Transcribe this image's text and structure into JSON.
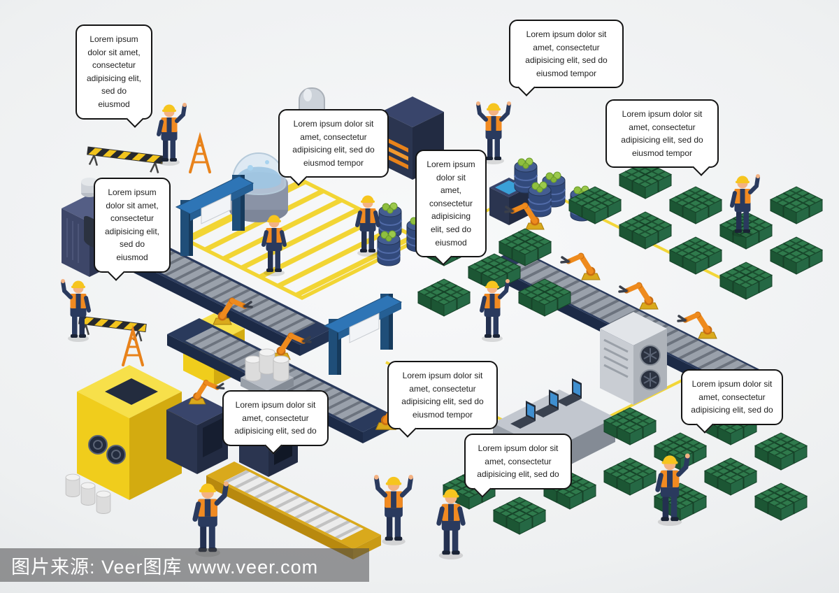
{
  "meta": {
    "description": "isometric factory production process infographic illustration"
  },
  "bubbles": [
    {
      "text": "Lorem ipsum dolor sit amet, consectetur adipisicing elit, sed do eiusmod"
    },
    {
      "text": "Lorem ipsum dolor sit amet, consectetur adipisicing elit, sed do eiusmod tempor"
    },
    {
      "text": "Lorem ipsum dolor sit amet, consectetur adipisicing elit, sed do eiusmod tempor"
    },
    {
      "text": "Lorem ipsum dolor sit amet, consectetur adipisicing elit, sed do eiusmod tempor"
    },
    {
      "text": "Lorem ipsum dolor sit amet, consectetur adipisicing elit, sed do eiusmod"
    },
    {
      "text": "Lorem ipsum dolor sit amet, consectetur adipisicing elit, sed do eiusmod"
    },
    {
      "text": "Lorem ipsum dolor sit amet, consectetur adipisicing elit, sed do eiusmod tempor"
    },
    {
      "text": "Lorem ipsum dolor sit amet, consectetur adipisicing elit, sed do"
    },
    {
      "text": "Lorem ipsum dolor sit amet, consectetur adipisicing elit, sed do"
    },
    {
      "text": "Lorem ipsum dolor sit amet, consectetur adipisicing elit, sed do"
    }
  ],
  "watermark": {
    "text": "图片来源: Veer图库 www.veer.com"
  },
  "colors": {
    "vest_orange": "#f18a21",
    "worker_navy": "#2a3a5e",
    "helmet_yellow": "#f6c51f",
    "crate_green": "#2f7a4c",
    "robot_orange": "#ee8a1d",
    "gate_blue": "#2e75b6",
    "floor_marking_yellow": "#f2d324",
    "machine_yellow": "#f0cd1c",
    "belt_gray": "#9aa1ab"
  }
}
